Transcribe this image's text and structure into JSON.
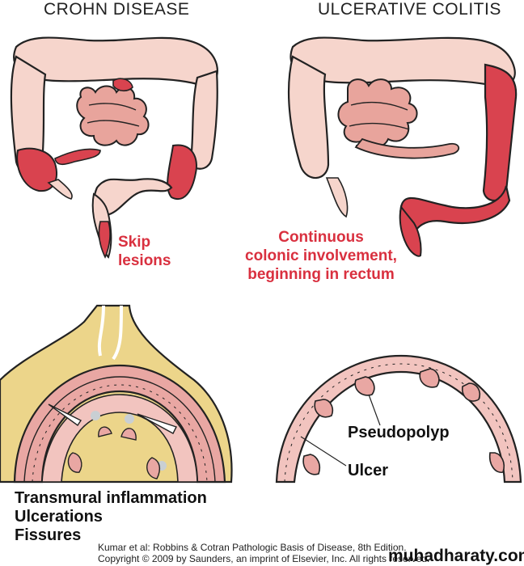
{
  "panels": {
    "crohn": {
      "title": "CROHN DISEASE",
      "lesion_label": [
        "Skip",
        "lesions"
      ],
      "features": [
        "Transmural inflammation",
        "Ulcerations",
        "Fissures"
      ]
    },
    "uc": {
      "title": "ULCERATIVE COLITIS",
      "involvement_label": [
        "Continuous",
        "colonic involvement,",
        "beginning in rectum"
      ],
      "callouts": {
        "pseudopolyp": "Pseudopolyp",
        "ulcer": "Ulcer"
      }
    }
  },
  "citation": {
    "line1": "Kumar et al: Robbins & Cotran Pathologic Basis of Disease, 8th Edition.",
    "line2": "Copyright © 2009 by Saunders, an imprint of Elsevier, Inc. All rights reserved."
  },
  "watermark": "muhadharaty.com",
  "colors": {
    "normal_colon": "#f6d5cc",
    "lesion": "#d9434f",
    "small_bowel": "#e8a49c",
    "fat": "#ecd58a",
    "mucosa": "#e9a7a3",
    "text_red": "#d9303f"
  }
}
